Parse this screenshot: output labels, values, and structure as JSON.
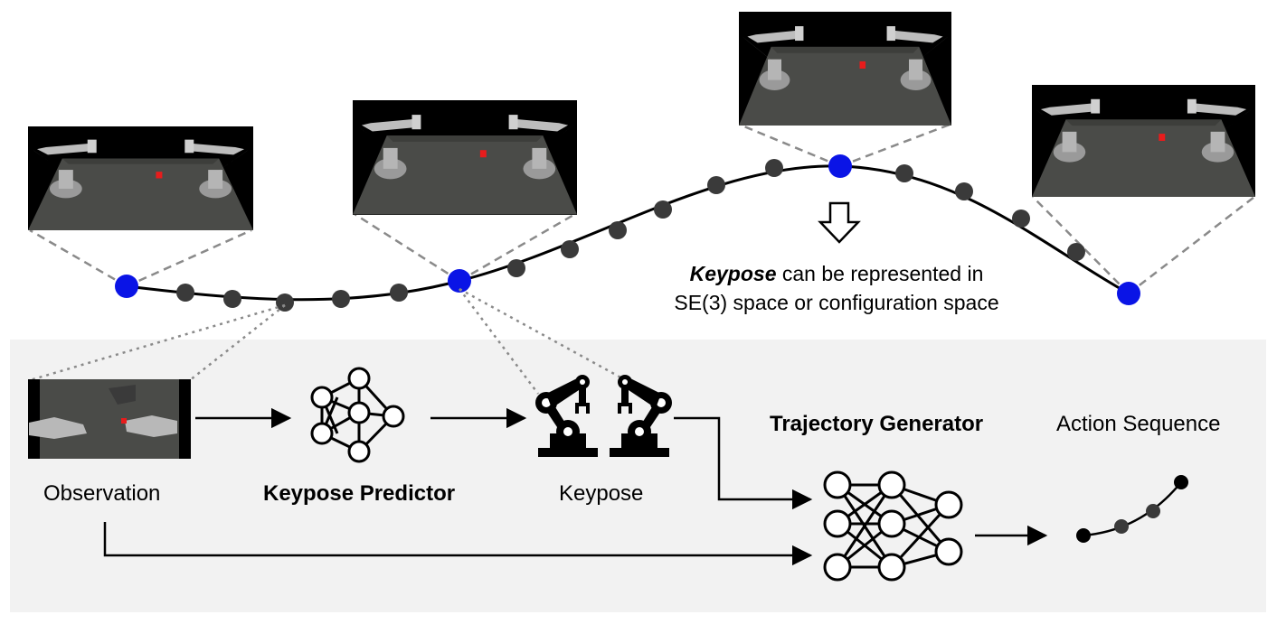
{
  "note": {
    "emph": "Keypose",
    "line1_rest": "can be represented in",
    "line2": "SE(3) space or configuration space"
  },
  "pipeline": {
    "observation_label": "Observation",
    "predictor_label": "Keypose Predictor",
    "keypose_label": "Keypose",
    "trajectory_label": "Trajectory Generator",
    "action_label": "Action Sequence"
  },
  "colors": {
    "keypose_point": "#0a14e6",
    "waypoint": "#3a3a3a",
    "panel_bg": "#f2f2f2",
    "target_marker": "#e81c1c"
  },
  "icons": [
    "robot-scene-thumbnail",
    "neural-network-icon",
    "dual-robot-arm-icon",
    "down-arrow-icon",
    "action-sequence-icon"
  ]
}
